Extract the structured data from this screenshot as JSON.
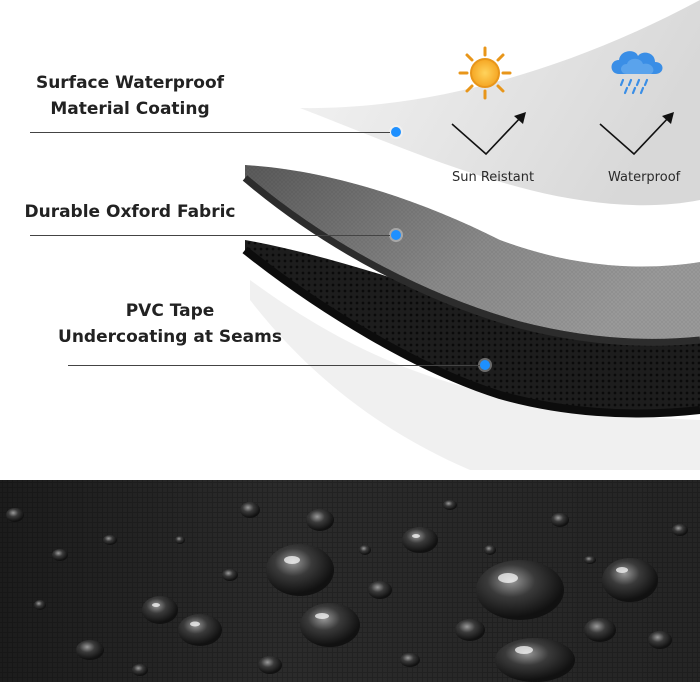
{
  "layers": [
    {
      "label_lines": [
        "Surface Waterproof",
        "Material Coating"
      ]
    },
    {
      "label_lines": [
        "Durable Oxford Fabric"
      ]
    },
    {
      "label_lines": [
        "PVC Tape",
        "Undercoating at Seams"
      ]
    }
  ],
  "features": [
    {
      "label": "Sun Reistant",
      "icon": "sun-icon"
    },
    {
      "label": "Waterproof",
      "icon": "rain-cloud-icon"
    }
  ],
  "colors": {
    "callout_dot": "#1e90ff",
    "coating_layer": "#e6e6e6",
    "oxford_layer": "#6e6e6e",
    "pvc_layer": "#1a1a1a",
    "sun": "#f5a623",
    "cloud": "#3a8ee6"
  }
}
